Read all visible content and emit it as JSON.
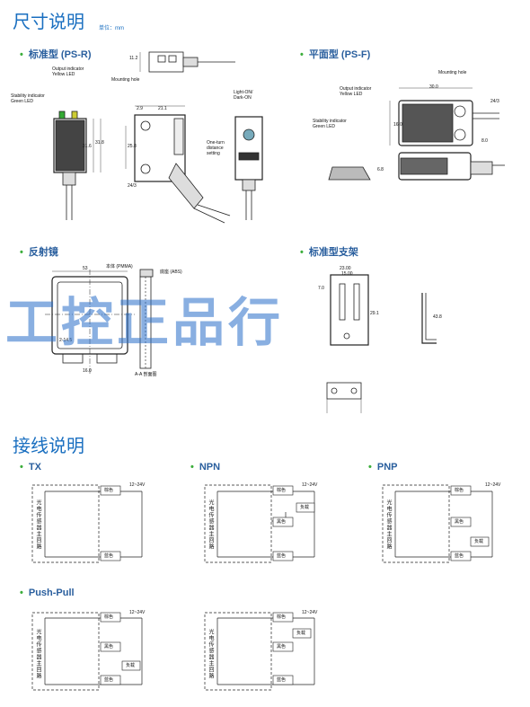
{
  "header": {
    "title": "尺寸说明",
    "unit": "单位：mm"
  },
  "sections": {
    "psr": "标准型 (PS-R)",
    "psf": "平面型 (PS-F)",
    "reflector": "反射镜",
    "bracket": "标准型支架",
    "wiring": "接线说明"
  },
  "psr": {
    "output_indicator": "Output indicator",
    "yellow_led": "Yellow LED",
    "stability_indicator": "Stability indicator",
    "green_led": "Green LED",
    "mounting_hole": "Mounting hole",
    "light_dark": "Light-ON/",
    "dark_on": "Dark-ON",
    "one_turn": "One-turn",
    "distance": "distance",
    "setting": "setting",
    "dim_11_2": "11.2",
    "dim_31_8": "31.8",
    "dim_31_6": "31.6",
    "dim_25_8": "25.8",
    "dim_21_1": "21.1",
    "dim_2_9": "2.9",
    "dim_24_3": "24/3"
  },
  "psf": {
    "mounting_hole": "Mounting hole",
    "output_indicator": "Output indicator",
    "yellow_led": "Yellow LED",
    "stability_indicator": "Stability indicator",
    "green_led": "Green LED",
    "dim_30": "30.0",
    "dim_16": "16.0",
    "dim_8": "8.0",
    "dim_6_8": "6.8",
    "dim_24_3": "24/3"
  },
  "reflector": {
    "pmma": "本体 (PMMA)",
    "abs": "底座 (ABS)",
    "dim_53": "53",
    "dim_14_5": "2-14.5",
    "dim_16": "16.0",
    "section": "A-A 剖面图"
  },
  "bracket": {
    "dim_23": "23.00",
    "dim_15": "15.00",
    "dim_7": "7.0",
    "dim_29": "29.1",
    "dim_43": "43.8"
  },
  "watermark": "工控正品行",
  "wiring": {
    "tx": "TX",
    "npn": "NPN",
    "pnp": "PNP",
    "pushpull": "Push-Pull",
    "voltage": "12~24V",
    "brown": "棕色",
    "black": "黑色",
    "blue": "蓝色",
    "load": "负载",
    "circuit": "光电传感器主回路"
  }
}
